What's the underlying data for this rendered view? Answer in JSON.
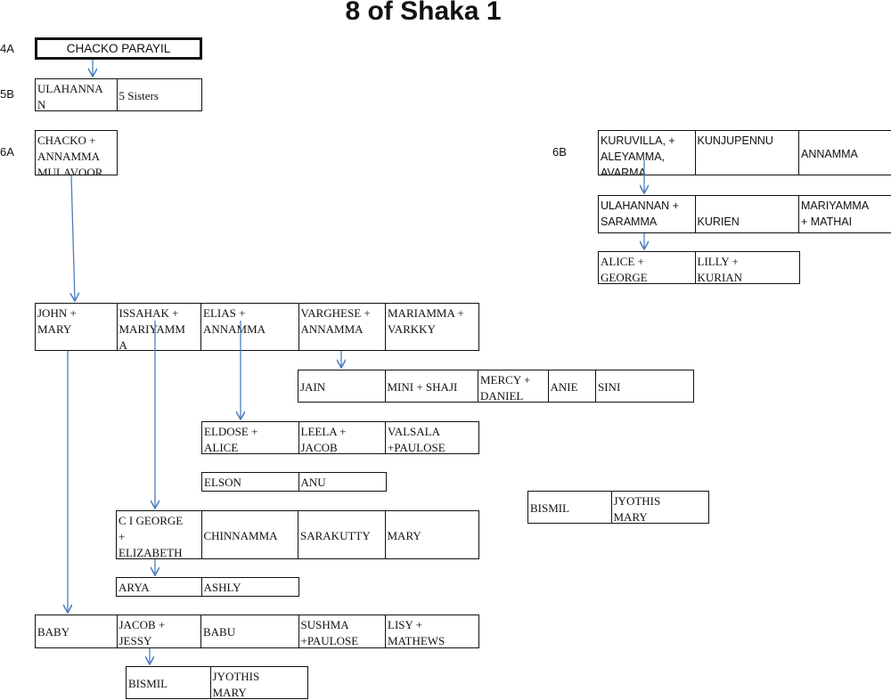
{
  "title": "8 of Shaka 1",
  "generation_labels": {
    "g4a": "4A",
    "g5b": "5B",
    "g6a": "6A",
    "g6b": "6B"
  },
  "rows": {
    "r4a": [
      "CHACKO PARAYIL"
    ],
    "r5b": [
      "ULAHANNA\nN",
      "5 Sisters"
    ],
    "r6a": [
      "CHACKO +\nANNAMMA\nMULAVOOR"
    ],
    "r6b": [
      "KURUVILLA, +\nALEYAMMA,\nAVARMA",
      "KUNJUPENNU",
      "ANNAMMA"
    ],
    "r6b2": [
      "ULAHANNAN +\nSARAMMA",
      "KURIEN",
      "MARIYAMMA\n+ MATHAI"
    ],
    "r6b3": [
      "ALICE +\nGEORGE",
      "LILLY +\nKURIAN"
    ],
    "r7a": [
      "JOHN +\nMARY",
      "ISSAHAK +\nMARIYAMM\nA",
      "ELIAS +\nANNAMMA",
      "VARGHESE +\nANNAMMA",
      "MARIAMMA +\nVARKKY"
    ],
    "r7b": [
      "JAIN",
      "MINI + SHAJI",
      "MERCY +\nDANIEL",
      "ANIE",
      "SINI"
    ],
    "r7c": [
      "ELDOSE +\nALICE",
      "LEELA +\nJACOB",
      "VALSALA\n+PAULOSE"
    ],
    "r7d": [
      "ELSON",
      "ANU"
    ],
    "r7e": [
      "BISMIL",
      "JYOTHIS\nMARY"
    ],
    "r7f": [
      "C I GEORGE\n+\nELIZABETH",
      "CHINNAMMA",
      "SARAKUTTY",
      "MARY"
    ],
    "r7g": [
      "ARYA",
      "ASHLY"
    ],
    "r7h": [
      "BABY",
      "JACOB +\nJESSY",
      "BABU",
      "SUSHMA\n+PAULOSE",
      "LISY +\nMATHEWS"
    ],
    "r7i": [
      "BISMIL",
      "JYOTHIS\nMARY"
    ]
  },
  "colors": {
    "arrow": "#4a7ebb",
    "border": "#111111"
  }
}
